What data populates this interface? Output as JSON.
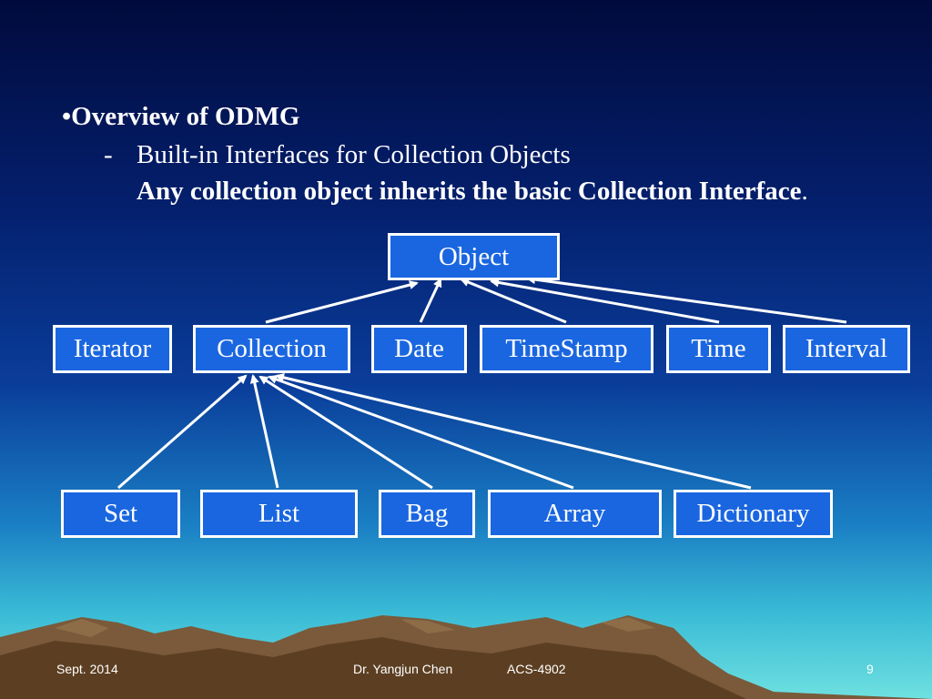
{
  "slide": {
    "heading": "Overview of ODMG",
    "bullet_char": "•",
    "sub_dash": "-",
    "sub_heading": "Built-in Interfaces for Collection Objects",
    "note": "Any collection object inherits the basic Collection Interface",
    "note_period": "."
  },
  "diagram": {
    "root": "Object",
    "level1": [
      "Iterator",
      "Collection",
      "Date",
      "TimeStamp",
      "Time",
      "Interval"
    ],
    "level2": [
      "Set",
      "List",
      "Bag",
      "Array",
      "Dictionary"
    ]
  },
  "footer": {
    "date": "Sept. 2014",
    "author": "Dr. Yangjun Chen",
    "course": "ACS-4902",
    "page": "9"
  },
  "colors": {
    "box_fill": "#1a66e0",
    "box_border": "#ffffff",
    "text": "#ffffff",
    "mountain": "#6b4a2a"
  }
}
